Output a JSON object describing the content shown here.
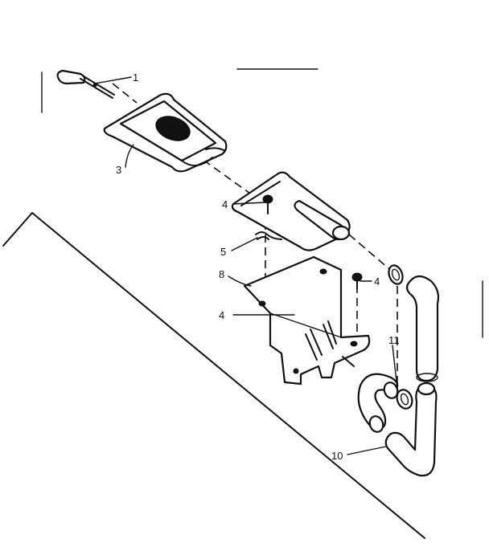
{
  "callouts": [
    {
      "id": "c1",
      "label": "1"
    },
    {
      "id": "c3",
      "label": "3"
    },
    {
      "id": "c4a",
      "label": "4"
    },
    {
      "id": "c5",
      "label": "5"
    },
    {
      "id": "c8",
      "label": "8"
    },
    {
      "id": "c4b",
      "label": "4"
    },
    {
      "id": "c4c",
      "label": "4"
    },
    {
      "id": "c11",
      "label": "11"
    },
    {
      "id": "c10",
      "label": "10"
    }
  ],
  "colors": {
    "ink": "#111111",
    "paper": "#ffffff"
  }
}
